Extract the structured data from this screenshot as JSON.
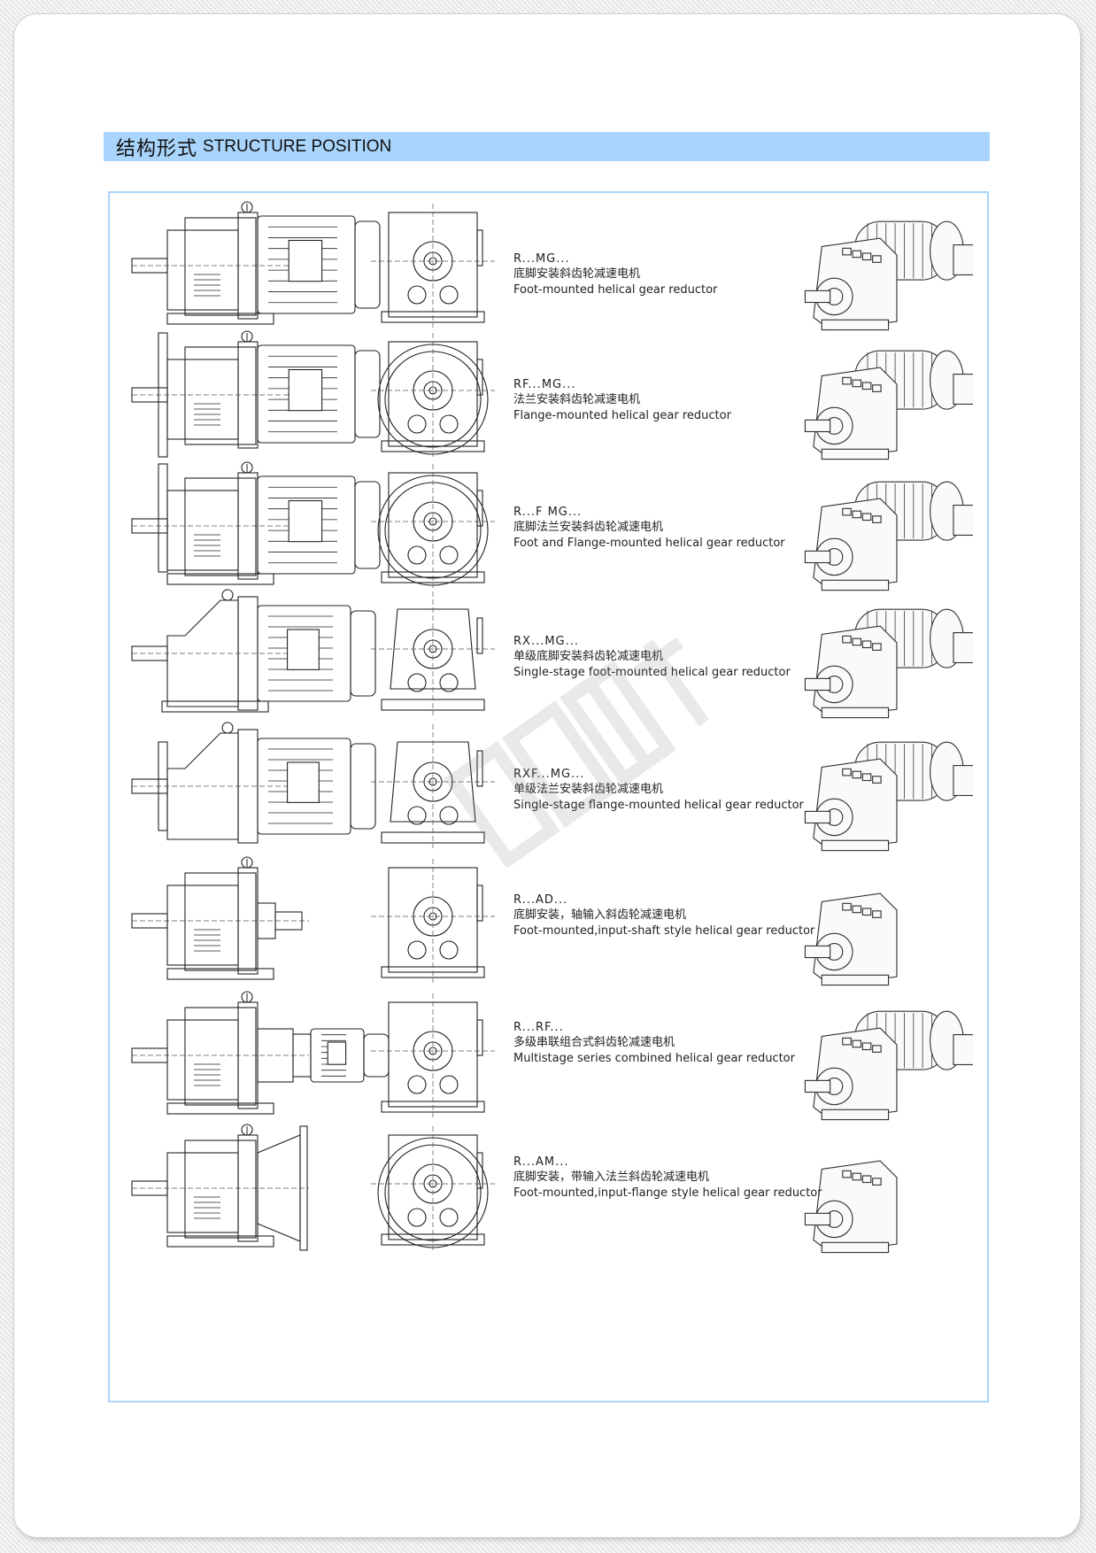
{
  "header": {
    "title_zh": "结构形式",
    "title_en": "STRUCTURE POSITION"
  },
  "items": [
    {
      "code": "R...MG...",
      "zh": "底脚安装斜齿轮减速电机",
      "en": "Foot-mounted helical gear reductor",
      "kind": "foot-motor"
    },
    {
      "code": "RF...MG...",
      "zh": "法兰安装斜齿轮减速电机",
      "en": "Flange-mounted helical gear reductor",
      "kind": "flange-motor"
    },
    {
      "code": "R...F MG...",
      "zh": "底脚法兰安装斜齿轮减速电机",
      "en": "Foot and Flange-mounted helical gear reductor",
      "kind": "foot-flange-motor"
    },
    {
      "code": "RX...MG...",
      "zh": "单级底脚安装斜齿轮减速电机",
      "en": "Single-stage foot-mounted helical gear reductor",
      "kind": "single-foot"
    },
    {
      "code": "RXF...MG...",
      "zh": "单级法兰安装斜齿轮减速电机",
      "en": "Single-stage flange-mounted helical gear reductor",
      "kind": "single-flange"
    },
    {
      "code": "R...AD...",
      "zh": "底脚安装，轴输入斜齿轮减速电机",
      "en": "Foot-mounted,input-shaft style helical gear reductor",
      "kind": "input-shaft"
    },
    {
      "code": "R...RF...",
      "zh": "多级串联组合式斜齿轮减速电机",
      "en": "Multistage series combined helical gear reductor",
      "kind": "multistage"
    },
    {
      "code": "R...AM...",
      "zh": "底脚安装，带输入法兰斜齿轮减速电机",
      "en": "Foot-mounted,input-flange style helical gear reductor",
      "kind": "input-flange"
    }
  ]
}
